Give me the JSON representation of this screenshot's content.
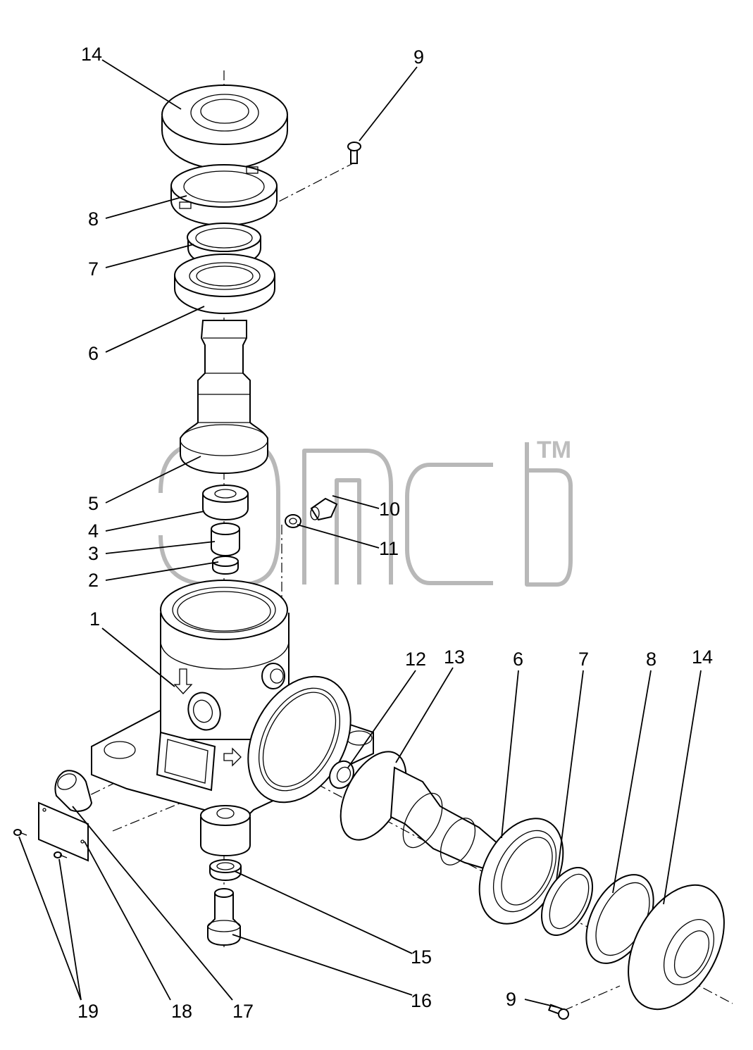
{
  "watermark": {
    "tm": "TM"
  },
  "callouts": [
    {
      "id": "c14a",
      "text": "14"
    },
    {
      "id": "c9a",
      "text": "9"
    },
    {
      "id": "c8a",
      "text": "8"
    },
    {
      "id": "c7a",
      "text": "7"
    },
    {
      "id": "c6a",
      "text": "6"
    },
    {
      "id": "c5",
      "text": "5"
    },
    {
      "id": "c4",
      "text": "4"
    },
    {
      "id": "c3",
      "text": "3"
    },
    {
      "id": "c2",
      "text": "2"
    },
    {
      "id": "c10",
      "text": "10"
    },
    {
      "id": "c11",
      "text": "11"
    },
    {
      "id": "c1",
      "text": "1"
    },
    {
      "id": "c12",
      "text": "12"
    },
    {
      "id": "c13",
      "text": "13"
    },
    {
      "id": "c6b",
      "text": "6"
    },
    {
      "id": "c7b",
      "text": "7"
    },
    {
      "id": "c8b",
      "text": "8"
    },
    {
      "id": "c14b",
      "text": "14"
    },
    {
      "id": "c15",
      "text": "15"
    },
    {
      "id": "c16",
      "text": "16"
    },
    {
      "id": "c9b",
      "text": "9"
    },
    {
      "id": "c19",
      "text": "19"
    },
    {
      "id": "c18",
      "text": "18"
    },
    {
      "id": "c17",
      "text": "17"
    }
  ]
}
